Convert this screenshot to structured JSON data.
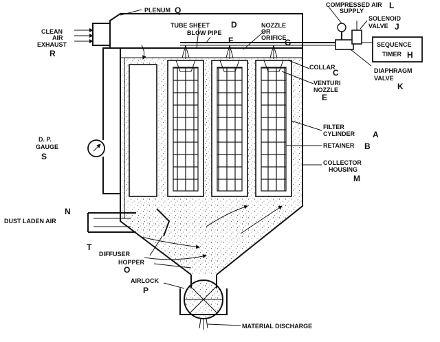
{
  "labels": {
    "plenum": "PLENUM",
    "plenum_letter": "Q",
    "tube_sheet": "TUBE SHEET",
    "tube_sheet_letter": "D",
    "blow_pipe": "BLOW PIPE",
    "blow_pipe_letter": "F",
    "nozzle_line1": "NOZZLE",
    "nozzle_line2": "OR",
    "nozzle_line3": "ORIFICE",
    "nozzle_letter": "G",
    "compressed_air_line1": "COMPRESSED AIR",
    "compressed_air_line2": "SUPPLY",
    "compressed_air_letter": "L",
    "solenoid_line1": "SOLENOID",
    "solenoid_line2": "VALVE",
    "solenoid_letter": "J",
    "sequence_line1": "SEQUENCE",
    "sequence_line2": "TIMER",
    "sequence_letter": "H",
    "diaphragm_line1": "DIAPHRAGM",
    "diaphragm_line2": "VALVE",
    "diaphragm_letter": "K",
    "collar": "COLLAR",
    "collar_letter": "C",
    "venturi_line1": "VENTURI",
    "venturi_line2": "NOZZLE",
    "venturi_letter": "E",
    "clean_line1": "CLEAN",
    "clean_line2": "AIR",
    "clean_line3": "EXHAUST",
    "clean_letter": "R",
    "gauge_line1": "D. P.",
    "gauge_line2": "GAUGE",
    "gauge_letter": "S",
    "filter_line1": "FILTER",
    "filter_line2": "CYLINDER",
    "filter_letter": "A",
    "retainer": "RETAINER",
    "retainer_letter": "B",
    "housing_line1": "COLLECTOR",
    "housing_line2": "HOUSING",
    "housing_letter": "M",
    "dust_letter": "N",
    "dust": "DUST LADEN AIR",
    "diffuser_letter": "T",
    "diffuser": "DIFFUSER",
    "hopper": "HOPPER",
    "hopper_letter": "O",
    "airlock": "AIRLOCK",
    "airlock_letter": "P",
    "discharge": "MATERIAL DISCHARGE"
  },
  "colors": {
    "ink": "#111111",
    "paper": "#ffffff"
  }
}
